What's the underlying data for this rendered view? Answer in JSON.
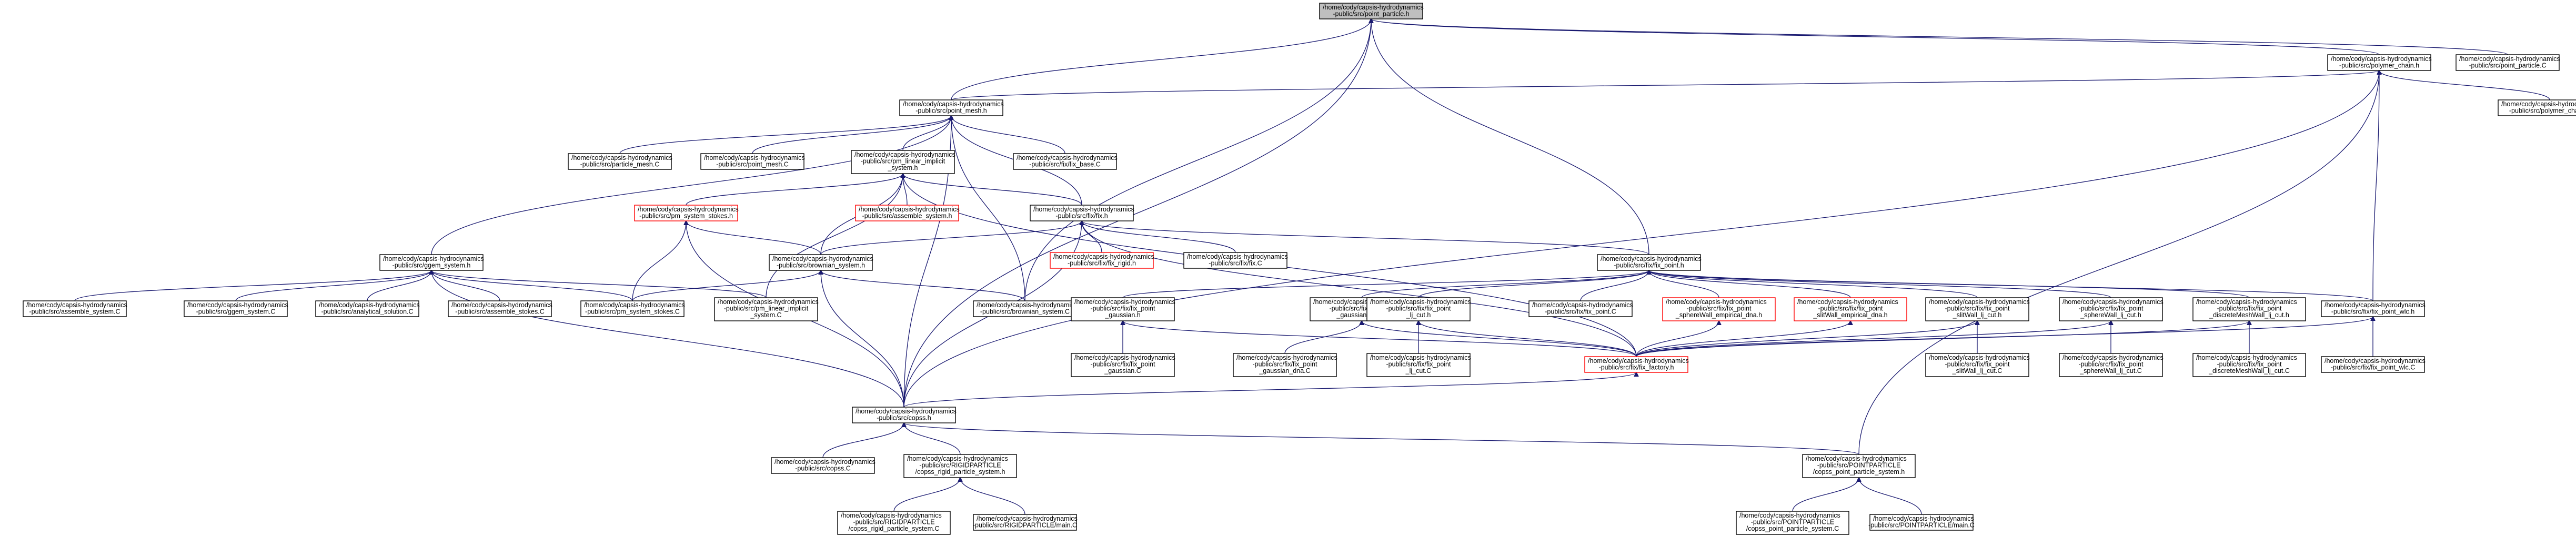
{
  "diagram": {
    "edge_color": "#191970",
    "node_border_color": "#000000",
    "highlight_border_color": "#ff0000",
    "root_fill": "#bfbfbf",
    "nodes": [
      {
        "id": "point_particle_h",
        "label": "/home/cody/capsis-hydrodynamics\n-public/src/point_particle.h",
        "style": "root"
      },
      {
        "id": "polymer_chain_h",
        "label": "/home/cody/capsis-hydrodynamics\n-public/src/polymer_chain.h",
        "style": "normal"
      },
      {
        "id": "point_particle_C",
        "label": "/home/cody/capsis-hydrodynamics\n-public/src/point_particle.C",
        "style": "normal"
      },
      {
        "id": "point_mesh_h",
        "label": "/home/cody/capsis-hydrodynamics\n-public/src/point_mesh.h",
        "style": "normal"
      },
      {
        "id": "polymer_chain_C",
        "label": "/home/cody/capsis-hydrodynamics\n-public/src/polymer_chain.C",
        "style": "normal"
      },
      {
        "id": "particle_mesh_C",
        "label": "/home/cody/capsis-hydrodynamics\n-public/src/particle_mesh.C",
        "style": "normal"
      },
      {
        "id": "point_mesh_C",
        "label": "/home/cody/capsis-hydrodynamics\n-public/src/point_mesh.C",
        "style": "normal"
      },
      {
        "id": "pm_linear_implicit_system_h",
        "label": "/home/cody/capsis-hydrodynamics\n-public/src/pm_linear_implicit\n_system.h",
        "style": "normal"
      },
      {
        "id": "fix_base_C",
        "label": "/home/cody/capsis-hydrodynamics\n-public/src/fix/fix_base.C",
        "style": "normal"
      },
      {
        "id": "pm_system_stokes_h",
        "label": "/home/cody/capsis-hydrodynamics\n-public/src/pm_system_stokes.h",
        "style": "red"
      },
      {
        "id": "assemble_system_h",
        "label": "/home/cody/capsis-hydrodynamics\n-public/src/assemble_system.h",
        "style": "red"
      },
      {
        "id": "fix_h",
        "label": "/home/cody/capsis-hydrodynamics\n-public/src/fix/fix.h",
        "style": "normal"
      },
      {
        "id": "ggem_system_h",
        "label": "/home/cody/capsis-hydrodynamics\n-public/src/ggem_system.h",
        "style": "normal"
      },
      {
        "id": "brownian_system_h",
        "label": "/home/cody/capsis-hydrodynamics\n-public/src/brownian_system.h",
        "style": "normal"
      },
      {
        "id": "fix_rigid_h",
        "label": "/home/cody/capsis-hydrodynamics\n-public/src/fix/fix_rigid.h",
        "style": "red"
      },
      {
        "id": "fix_C",
        "label": "/home/cody/capsis-hydrodynamics\n-public/src/fix/fix.C",
        "style": "normal"
      },
      {
        "id": "fix_point_h",
        "label": "/home/cody/capsis-hydrodynamics\n-public/src/fix/fix_point.h",
        "style": "normal"
      },
      {
        "id": "assemble_system_C",
        "label": "/home/cody/capsis-hydrodynamics\n-public/src/assemble_system.C",
        "style": "normal"
      },
      {
        "id": "ggem_system_C",
        "label": "/home/cody/capsis-hydrodynamics\n-public/src/ggem_system.C",
        "style": "normal"
      },
      {
        "id": "analytical_solution_C",
        "label": "/home/cody/capsis-hydrodynamics\n-public/src/analytical_solution.C",
        "style": "normal"
      },
      {
        "id": "assemble_stokes_C",
        "label": "/home/cody/capsis-hydrodynamics\n-public/src/assemble_stokes.C",
        "style": "normal"
      },
      {
        "id": "pm_system_stokes_C",
        "label": "/home/cody/capsis-hydrodynamics\n-public/src/pm_system_stokes.C",
        "style": "normal"
      },
      {
        "id": "pm_linear_implicit_system_C",
        "label": "/home/cody/capsis-hydrodynamics\n-public/src/pm_linear_implicit\n_system.C",
        "style": "normal"
      },
      {
        "id": "brownian_system_C",
        "label": "/home/cody/capsis-hydrodynamics\n-public/src/brownian_system.C",
        "style": "normal"
      },
      {
        "id": "fix_point_gaussian_h",
        "label": "/home/cody/capsis-hydrodynamics\n-public/src/fix/fix_point\n_gaussian.h",
        "style": "normal"
      },
      {
        "id": "fix_point_gaussian_dna_h",
        "label": "/home/cody/capsis-hydrodynamics\n-public/src/fix/fix_point\n_gaussian_dna.h",
        "style": "normal"
      },
      {
        "id": "fix_point_lj_cut_h",
        "label": "/home/cody/capsis-hydrodynamics\n-public/src/fix/fix_point\n_lj_cut.h",
        "style": "normal"
      },
      {
        "id": "fix_point_C",
        "label": "/home/cody/capsis-hydrodynamics\n-public/src/fix/fix_point.C",
        "style": "normal"
      },
      {
        "id": "fix_point_sphereWall_empirical_dna_h",
        "label": "/home/cody/capsis-hydrodynamics\n-public/src/fix/fix_point\n_sphereWall_empirical_dna.h",
        "style": "red"
      },
      {
        "id": "fix_point_slitWall_empirical_dna_h",
        "label": "/home/cody/capsis-hydrodynamics\n-public/src/fix/fix_point\n_slitWall_empirical_dna.h",
        "style": "red"
      },
      {
        "id": "fix_point_slitWall_lj_cut_h",
        "label": "/home/cody/capsis-hydrodynamics\n-public/src/fix/fix_point\n_slitWall_lj_cut.h",
        "style": "normal"
      },
      {
        "id": "fix_point_sphereWall_lj_cut_h",
        "label": "/home/cody/capsis-hydrodynamics\n-public/src/fix/fix_point\n_sphereWall_lj_cut.h",
        "style": "normal"
      },
      {
        "id": "fix_point_discreteMeshWall_lj_cut_h",
        "label": "/home/cody/capsis-hydrodynamics\n-public/src/fix/fix_point\n_discreteMeshWall_lj_cut.h",
        "style": "normal"
      },
      {
        "id": "fix_point_wlc_h",
        "label": "/home/cody/capsis-hydrodynamics\n-public/src/fix/fix_point_wlc.h",
        "style": "normal"
      },
      {
        "id": "fix_point_gaussian_C",
        "label": "/home/cody/capsis-hydrodynamics\n-public/src/fix/fix_point\n_gaussian.C",
        "style": "normal"
      },
      {
        "id": "fix_point_gaussian_dna_C",
        "label": "/home/cody/capsis-hydrodynamics\n-public/src/fix/fix_point\n_gaussian_dna.C",
        "style": "normal"
      },
      {
        "id": "fix_point_lj_cut_C",
        "label": "/home/cody/capsis-hydrodynamics\n-public/src/fix/fix_point\n_lj_cut.C",
        "style": "normal"
      },
      {
        "id": "fix_factory_h",
        "label": "/home/cody/capsis-hydrodynamics\n-public/src/fix/fix_factory.h",
        "style": "red"
      },
      {
        "id": "fix_point_slitWall_lj_cut_C",
        "label": "/home/cody/capsis-hydrodynamics\n-public/src/fix/fix_point\n_slitWall_lj_cut.C",
        "style": "normal"
      },
      {
        "id": "fix_point_sphereWall_lj_cut_C",
        "label": "/home/cody/capsis-hydrodynamics\n-public/src/fix/fix_point\n_sphereWall_lj_cut.C",
        "style": "normal"
      },
      {
        "id": "fix_point_discreteMeshWall_lj_cut_C",
        "label": "/home/cody/capsis-hydrodynamics\n-public/src/fix/fix_point\n_discreteMeshWall_lj_cut.C",
        "style": "normal"
      },
      {
        "id": "fix_point_wlc_C",
        "label": "/home/cody/capsis-hydrodynamics\n-public/src/fix/fix_point_wlc.C",
        "style": "normal"
      },
      {
        "id": "copss_h",
        "label": "/home/cody/capsis-hydrodynamics\n-public/src/copss.h",
        "style": "normal"
      },
      {
        "id": "copss_C",
        "label": "/home/cody/capsis-hydrodynamics\n-public/src/copss.C",
        "style": "normal"
      },
      {
        "id": "copss_rigid_particle_system_h",
        "label": "/home/cody/capsis-hydrodynamics\n-public/src/RIGIDPARTICLE\n/copss_rigid_particle_system.h",
        "style": "normal"
      },
      {
        "id": "copss_point_particle_system_h",
        "label": "/home/cody/capsis-hydrodynamics\n-public/src/POINTPARTICLE\n/copss_point_particle_system.h",
        "style": "normal"
      },
      {
        "id": "copss_rigid_particle_system_C",
        "label": "/home/cody/capsis-hydrodynamics\n-public/src/RIGIDPARTICLE\n/copss_rigid_particle_system.C",
        "style": "normal"
      },
      {
        "id": "rigid_main_C",
        "label": "/home/cody/capsis-hydrodynamics\n-public/src/RIGIDPARTICLE/main.C",
        "style": "normal"
      },
      {
        "id": "copss_point_particle_system_C",
        "label": "/home/cody/capsis-hydrodynamics\n-public/src/POINTPARTICLE\n/copss_point_particle_system.C",
        "style": "normal"
      },
      {
        "id": "point_main_C",
        "label": "/home/cody/capsis-hydrodynamics\n-public/src/POINTPARTICLE/main.C",
        "style": "normal"
      }
    ],
    "edges": [
      [
        "polymer_chain_h",
        "point_particle_h"
      ],
      [
        "point_particle_C",
        "point_particle_h"
      ],
      [
        "point_mesh_h",
        "point_particle_h"
      ],
      [
        "polymer_chain_C",
        "polymer_chain_h"
      ],
      [
        "point_mesh_h",
        "polymer_chain_h"
      ],
      [
        "fix_point_wlc_h",
        "polymer_chain_h"
      ],
      [
        "copss_h",
        "polymer_chain_h"
      ],
      [
        "copss_point_particle_system_h",
        "polymer_chain_h"
      ],
      [
        "particle_mesh_C",
        "point_mesh_h"
      ],
      [
        "point_mesh_C",
        "point_mesh_h"
      ],
      [
        "pm_linear_implicit_system_h",
        "point_mesh_h"
      ],
      [
        "fix_base_C",
        "point_mesh_h"
      ],
      [
        "ggem_system_h",
        "point_mesh_h"
      ],
      [
        "fix_h",
        "point_mesh_h"
      ],
      [
        "brownian_system_C",
        "point_mesh_h"
      ],
      [
        "copss_h",
        "point_mesh_h"
      ],
      [
        "fix_point_h",
        "point_particle_h"
      ],
      [
        "copss_h",
        "point_particle_h"
      ],
      [
        "brownian_system_C",
        "point_particle_h"
      ],
      [
        "pm_system_stokes_h",
        "pm_linear_implicit_system_h"
      ],
      [
        "assemble_system_h",
        "pm_linear_implicit_system_h"
      ],
      [
        "fix_h",
        "pm_linear_implicit_system_h"
      ],
      [
        "brownian_system_h",
        "pm_linear_implicit_system_h"
      ],
      [
        "fix_factory_h",
        "pm_linear_implicit_system_h"
      ],
      [
        "pm_linear_implicit_system_C",
        "pm_linear_implicit_system_h"
      ],
      [
        "fix_rigid_h",
        "fix_h"
      ],
      [
        "fix_C",
        "fix_h"
      ],
      [
        "fix_point_h",
        "fix_h"
      ],
      [
        "brownian_system_h",
        "fix_h"
      ],
      [
        "fix_factory_h",
        "fix_h"
      ],
      [
        "copss_h",
        "fix_h"
      ],
      [
        "pm_system_stokes_C",
        "pm_system_stokes_h"
      ],
      [
        "brownian_system_h",
        "pm_system_stokes_h"
      ],
      [
        "copss_h",
        "pm_system_stokes_h"
      ],
      [
        "assemble_system_C",
        "ggem_system_h"
      ],
      [
        "ggem_system_C",
        "ggem_system_h"
      ],
      [
        "analytical_solution_C",
        "ggem_system_h"
      ],
      [
        "assemble_stokes_C",
        "ggem_system_h"
      ],
      [
        "pm_system_stokes_C",
        "ggem_system_h"
      ],
      [
        "pm_linear_implicit_system_C",
        "ggem_system_h"
      ],
      [
        "copss_h",
        "ggem_system_h"
      ],
      [
        "pm_system_stokes_C",
        "brownian_system_h"
      ],
      [
        "brownian_system_C",
        "brownian_system_h"
      ],
      [
        "copss_h",
        "brownian_system_h"
      ],
      [
        "fix_point_gaussian_h",
        "fix_point_h"
      ],
      [
        "fix_point_gaussian_dna_h",
        "fix_point_h"
      ],
      [
        "fix_point_lj_cut_h",
        "fix_point_h"
      ],
      [
        "fix_point_C",
        "fix_point_h"
      ],
      [
        "fix_point_sphereWall_empirical_dna_h",
        "fix_point_h"
      ],
      [
        "fix_point_slitWall_empirical_dna_h",
        "fix_point_h"
      ],
      [
        "fix_point_slitWall_lj_cut_h",
        "fix_point_h"
      ],
      [
        "fix_point_sphereWall_lj_cut_h",
        "fix_point_h"
      ],
      [
        "fix_point_discreteMeshWall_lj_cut_h",
        "fix_point_h"
      ],
      [
        "fix_point_wlc_h",
        "fix_point_h"
      ],
      [
        "fix_point_gaussian_C",
        "fix_point_gaussian_h"
      ],
      [
        "fix_factory_h",
        "fix_point_gaussian_h"
      ],
      [
        "fix_point_gaussian_dna_C",
        "fix_point_gaussian_dna_h"
      ],
      [
        "fix_factory_h",
        "fix_point_gaussian_dna_h"
      ],
      [
        "fix_point_lj_cut_C",
        "fix_point_lj_cut_h"
      ],
      [
        "fix_factory_h",
        "fix_point_lj_cut_h"
      ],
      [
        "fix_factory_h",
        "fix_point_sphereWall_empirical_dna_h"
      ],
      [
        "fix_factory_h",
        "fix_point_slitWall_empirical_dna_h"
      ],
      [
        "fix_point_slitWall_lj_cut_C",
        "fix_point_slitWall_lj_cut_h"
      ],
      [
        "fix_factory_h",
        "fix_point_slitWall_lj_cut_h"
      ],
      [
        "fix_point_sphereWall_lj_cut_C",
        "fix_point_sphereWall_lj_cut_h"
      ],
      [
        "fix_factory_h",
        "fix_point_sphereWall_lj_cut_h"
      ],
      [
        "fix_point_discreteMeshWall_lj_cut_C",
        "fix_point_discreteMeshWall_lj_cut_h"
      ],
      [
        "fix_factory_h",
        "fix_point_discreteMeshWall_lj_cut_h"
      ],
      [
        "fix_point_wlc_C",
        "fix_point_wlc_h"
      ],
      [
        "fix_factory_h",
        "fix_point_wlc_h"
      ],
      [
        "copss_h",
        "fix_factory_h"
      ],
      [
        "copss_C",
        "copss_h"
      ],
      [
        "copss_rigid_particle_system_h",
        "copss_h"
      ],
      [
        "copss_point_particle_system_h",
        "copss_h"
      ],
      [
        "copss_rigid_particle_system_C",
        "copss_rigid_particle_system_h"
      ],
      [
        "rigid_main_C",
        "copss_rigid_particle_system_h"
      ],
      [
        "copss_point_particle_system_C",
        "copss_point_particle_system_h"
      ],
      [
        "point_main_C",
        "copss_point_particle_system_h"
      ]
    ]
  }
}
